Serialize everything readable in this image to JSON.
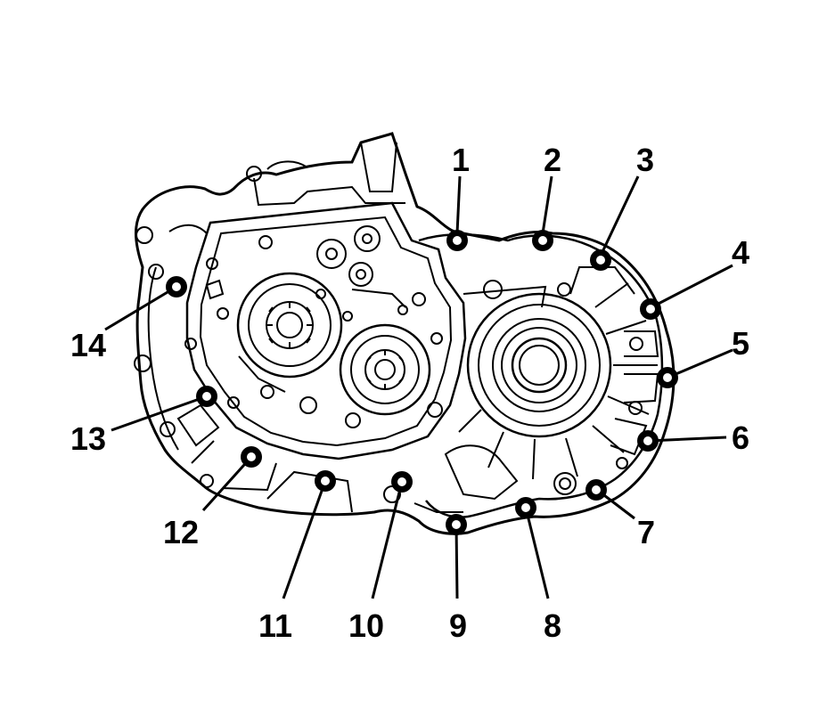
{
  "diagram": {
    "subject": "transaxle-case-bolt-locations",
    "callouts": [
      {
        "id": 1,
        "label": "1"
      },
      {
        "id": 2,
        "label": "2"
      },
      {
        "id": 3,
        "label": "3"
      },
      {
        "id": 4,
        "label": "4"
      },
      {
        "id": 5,
        "label": "5"
      },
      {
        "id": 6,
        "label": "6"
      },
      {
        "id": 7,
        "label": "7"
      },
      {
        "id": 8,
        "label": "8"
      },
      {
        "id": 9,
        "label": "9"
      },
      {
        "id": 10,
        "label": "10"
      },
      {
        "id": 11,
        "label": "11"
      },
      {
        "id": 12,
        "label": "12"
      },
      {
        "id": 13,
        "label": "13"
      },
      {
        "id": 14,
        "label": "14"
      }
    ]
  }
}
